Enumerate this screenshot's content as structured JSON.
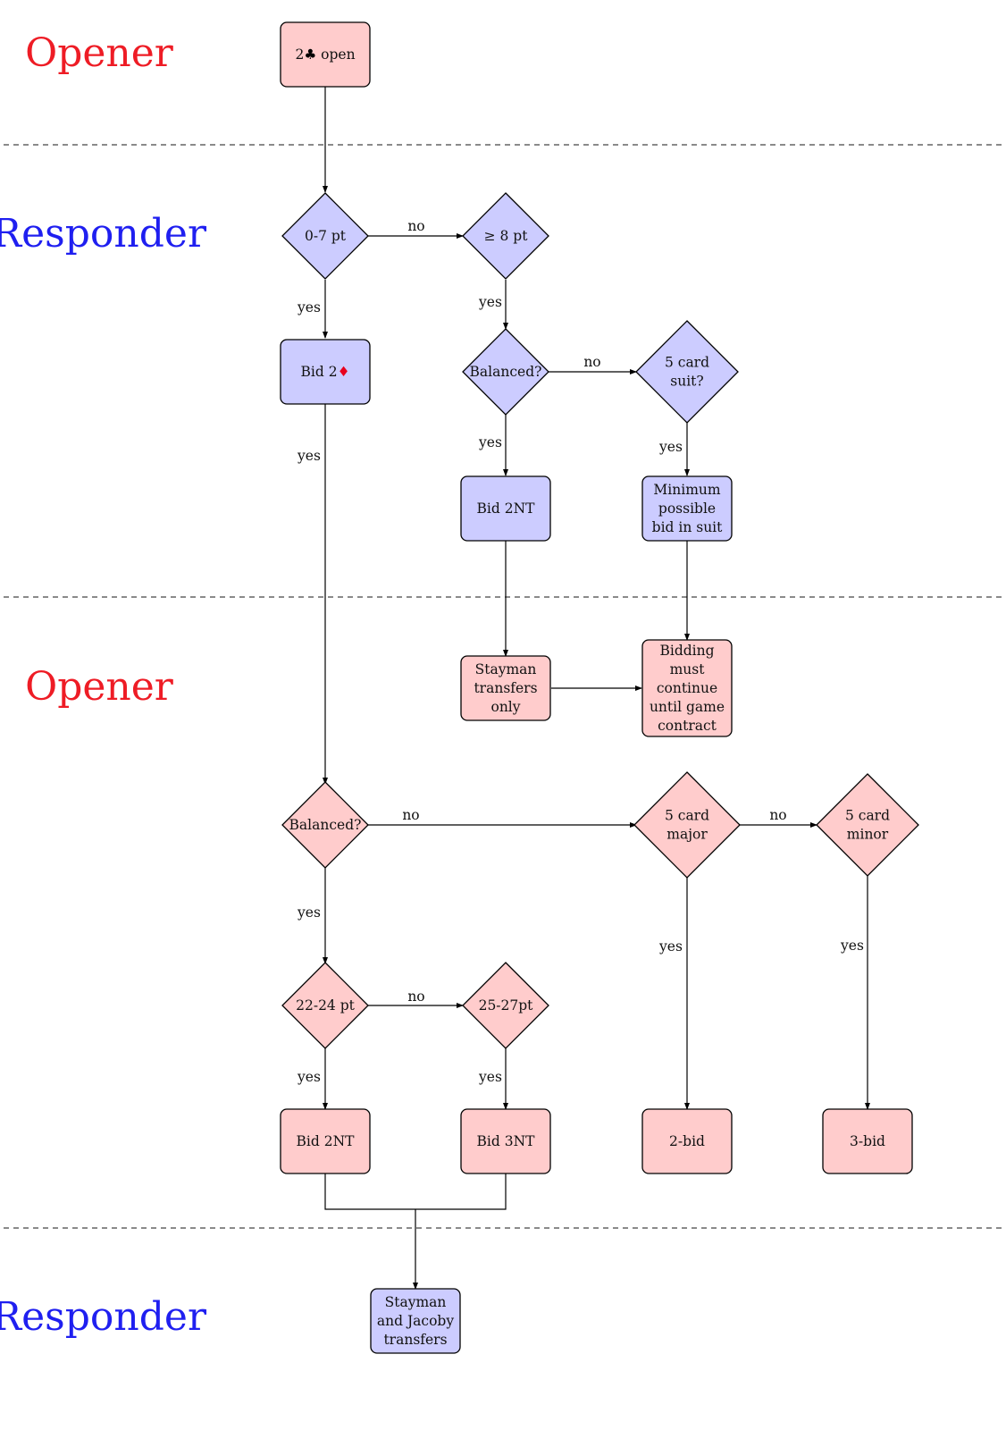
{
  "colors": {
    "opener_lane": "#ee1c25",
    "responder_lane": "#1f1ff0",
    "opener_fill": "#ffcccc",
    "responder_fill": "#ccccff",
    "stroke": "#000000"
  },
  "lanes": {
    "opener_1": "Opener",
    "responder_1": "Responder",
    "opener_2": "Opener",
    "responder_2": "Responder"
  },
  "nodes": {
    "open_2c": {
      "lines": [
        "2♣ open"
      ],
      "suit_icon": "club-icon"
    },
    "pt_0_7": {
      "lines": [
        "0-7 pt"
      ]
    },
    "pt_ge8": {
      "lines": [
        "≥ 8 pt"
      ]
    },
    "bid_2d": {
      "lines": [
        "Bid 2♦"
      ],
      "suit_icon": "diamond-icon"
    },
    "resp_balanced": {
      "lines": [
        "Balanced?"
      ]
    },
    "five_card_suit": {
      "lines": [
        "5 card",
        "suit?"
      ]
    },
    "resp_bid_2nt": {
      "lines": [
        "Bid 2NT"
      ]
    },
    "min_possible_bid": {
      "lines": [
        "Minimum",
        "possible",
        "bid in suit"
      ]
    },
    "stayman_only": {
      "lines": [
        "Stayman",
        "transfers",
        "only"
      ]
    },
    "bidding_must_continue": {
      "lines": [
        "Bidding",
        "must",
        "continue",
        "until game",
        "contract"
      ]
    },
    "open_balanced": {
      "lines": [
        "Balanced?"
      ]
    },
    "five_card_major": {
      "lines": [
        "5 card",
        "major"
      ]
    },
    "five_card_minor": {
      "lines": [
        "5 card",
        "minor"
      ]
    },
    "pt_22_24": {
      "lines": [
        "22-24 pt"
      ]
    },
    "pt_25_27": {
      "lines": [
        "25-27pt"
      ]
    },
    "open_bid_2nt": {
      "lines": [
        "Bid 2NT"
      ]
    },
    "open_bid_3nt": {
      "lines": [
        "Bid 3NT"
      ]
    },
    "two_bid": {
      "lines": [
        "2-bid"
      ]
    },
    "three_bid": {
      "lines": [
        "3-bid"
      ]
    },
    "stayman_jacoby": {
      "lines": [
        "Stayman",
        "and Jacoby",
        "transfers"
      ]
    }
  },
  "edge_labels": {
    "e_07_no": "no",
    "e_07_yes": "yes",
    "e_ge8_yes": "yes",
    "e_bid2d_yes": "yes",
    "e_rbal_no": "no",
    "e_rbal_yes": "yes",
    "e_5suit_yes": "yes",
    "e_obal_no": "no",
    "e_obal_yes": "yes",
    "e_major_no": "no",
    "e_major_yes": "yes",
    "e_minor_yes": "yes",
    "e_2224_no": "no",
    "e_2224_yes": "yes",
    "e_2527_yes": "yes"
  }
}
